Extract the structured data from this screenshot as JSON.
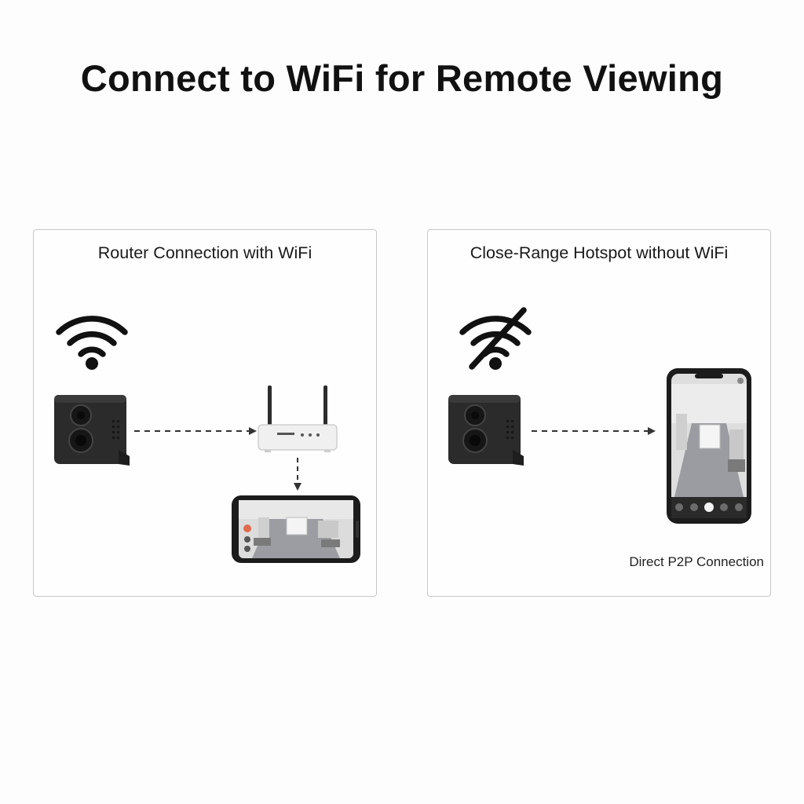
{
  "title": "Connect to WiFi for Remote Viewing",
  "panels": {
    "router": {
      "heading": "Router Connection with WiFi"
    },
    "hotspot": {
      "heading": "Close-Range Hotspot without WiFi",
      "footnote": "Direct P2P Connection"
    }
  },
  "icons": {
    "wifi": "wifi-icon",
    "wifi_off": "wifi-off-icon",
    "camera": "camera-icon",
    "router": "router-icon",
    "phone": "smartphone-icon"
  },
  "colors": {
    "ink": "#111111",
    "camera_body": "#2b2b2b",
    "router_body": "#f0f0f0",
    "panel_border": "#c8c8c8"
  }
}
